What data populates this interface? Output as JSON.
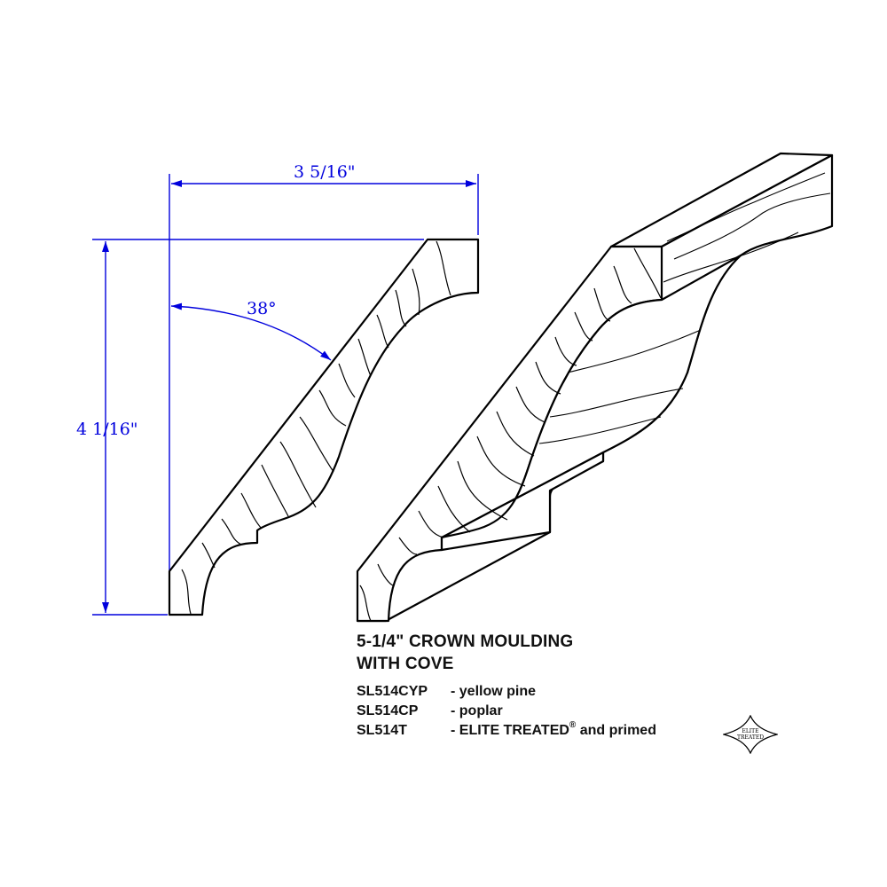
{
  "dimensions": {
    "width_label": "3 5/16\"",
    "height_label": "4 1/16\"",
    "angle_label": "38°"
  },
  "title": {
    "line1": "5-1/4\" CROWN MOULDING",
    "line2": "WITH COVE"
  },
  "skus": [
    {
      "code": "SL514CYP",
      "desc": "- yellow pine",
      "mark": ""
    },
    {
      "code": "SL514CP",
      "desc": "- poplar",
      "mark": ""
    },
    {
      "code": "SL514T",
      "desc": "- ELITE TREATED",
      "mark": "®",
      "suffix": " and primed"
    }
  ],
  "logo": {
    "line1": "ELITE",
    "line2": "TREATED"
  },
  "colors": {
    "dimension": "#0000dd",
    "outline": "#000000"
  }
}
